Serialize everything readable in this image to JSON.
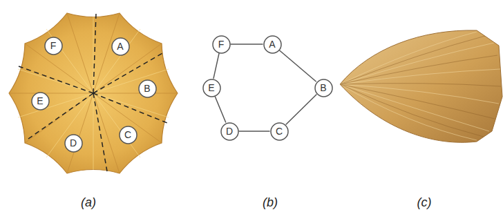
{
  "diagram": {
    "nodes": [
      {
        "text": [
          "F"
        ]
      },
      {
        "text": [
          "A"
        ]
      },
      {
        "text": [
          "E"
        ]
      },
      {
        "text": [
          "B"
        ]
      },
      {
        "text": [
          "D"
        ]
      },
      {
        "text": [
          "C"
        ]
      },
      {
        "text": [
          "F"
        ]
      },
      {
        "text": [
          "A"
        ]
      },
      {
        "text": [
          "E"
        ]
      },
      {
        "text": [
          "B"
        ]
      },
      {
        "text": [
          "D"
        ]
      },
      {
        "text": [
          "C"
        ]
      }
    ],
    "edges": [
      {
        "from": 6,
        "to": 7,
        "arrow": "none"
      },
      {
        "from": 7,
        "to": 9,
        "arrow": "none"
      },
      {
        "from": 9,
        "to": 11,
        "arrow": "none"
      },
      {
        "from": 11,
        "to": 10,
        "arrow": "none"
      },
      {
        "from": 10,
        "to": 8,
        "arrow": "none"
      },
      {
        "from": 8,
        "to": 6,
        "arrow": "none"
      }
    ],
    "labels": [
      "(a)",
      "(b)",
      "(c)"
    ]
  }
}
